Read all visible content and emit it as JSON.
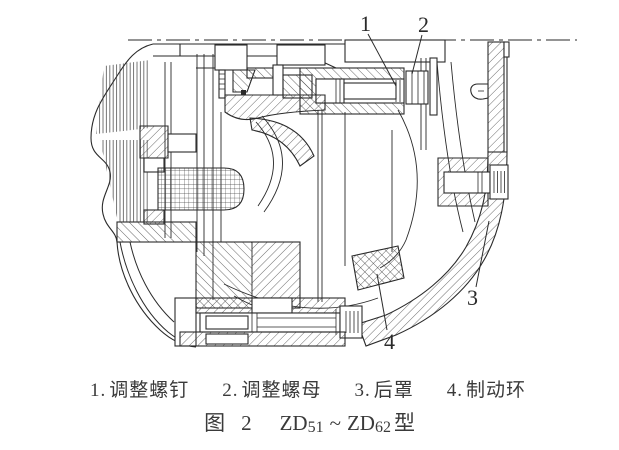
{
  "drawing": {
    "title": "cone-rotor brake motor rear-end sectional view",
    "part_labels": [
      {
        "id": "1"
      },
      {
        "id": "2"
      },
      {
        "id": "3"
      },
      {
        "id": "4"
      }
    ]
  },
  "caption": {
    "parts": [
      {
        "num": "1.",
        "name": "调整螺钉"
      },
      {
        "num": "2.",
        "name": "调整螺母"
      },
      {
        "num": "3.",
        "name": "后罩"
      },
      {
        "num": "4.",
        "name": "制动环"
      }
    ],
    "figure": {
      "prefix": "图",
      "number": "2",
      "model_a": "ZD",
      "model_a_sub": "51",
      "separator": "~",
      "model_b": "ZD",
      "model_b_sub": "62",
      "suffix": "型"
    }
  },
  "colors": {
    "line": "#2a2a2a",
    "text": "#3a3a3a",
    "background": "#ffffff"
  }
}
